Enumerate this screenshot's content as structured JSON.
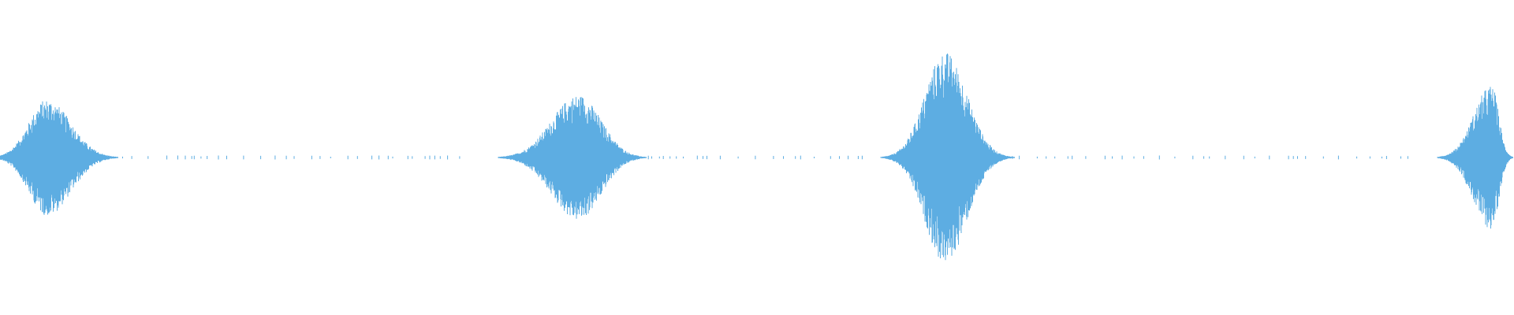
{
  "waveform": {
    "color": "#5dade2",
    "background": "#ffffff",
    "bursts": [
      {
        "center_time": 0.031,
        "amplitude": 0.38,
        "rise": 0.031,
        "fall": 0.04
      },
      {
        "center_time": 0.382,
        "amplitude": 0.41,
        "rise": 0.045,
        "fall": 0.038
      },
      {
        "center_time": 0.624,
        "amplitude": 0.69,
        "rise": 0.034,
        "fall": 0.037
      },
      {
        "center_time": 0.985,
        "amplitude": 0.47,
        "rise": 0.03,
        "fall": 0.012
      }
    ],
    "noise_segments": [
      {
        "start": 0.07,
        "end": 0.31
      },
      {
        "start": 0.42,
        "end": 0.57
      },
      {
        "start": 0.66,
        "end": 0.93
      }
    ]
  }
}
